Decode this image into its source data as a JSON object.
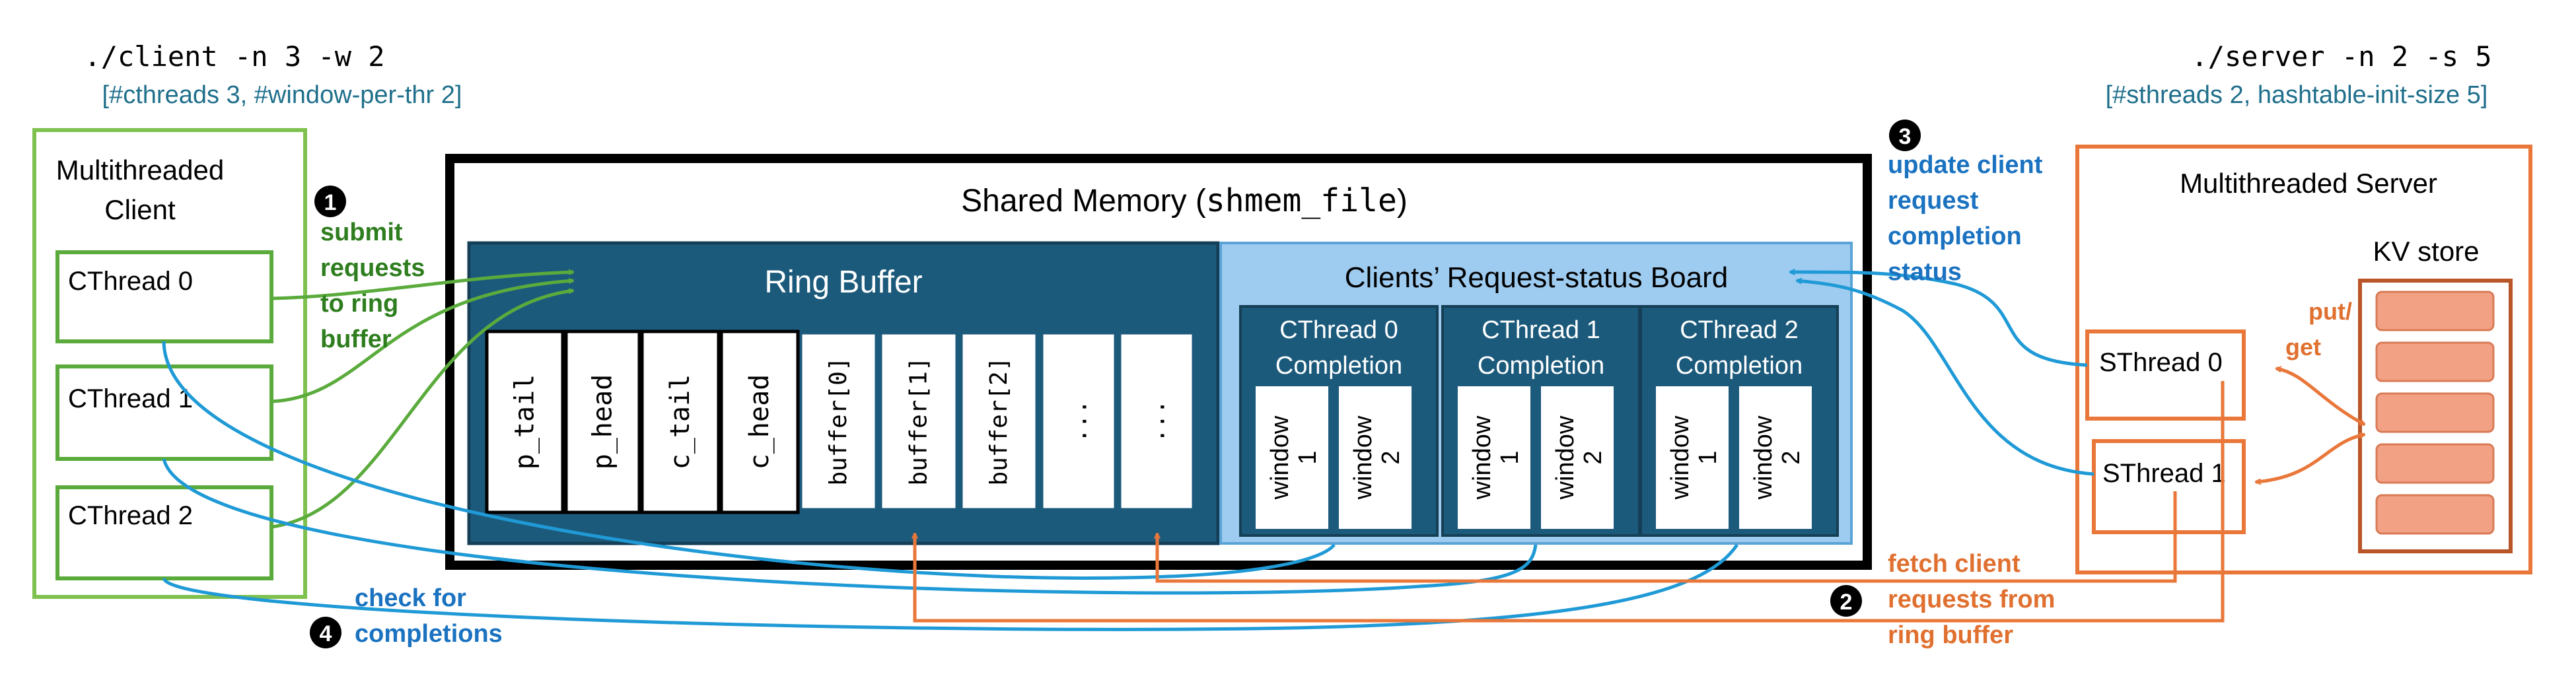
{
  "client": {
    "command": "./client -n 3 -w 2",
    "args": "[#cthreads 3, #window-per-thr 2]",
    "box_title_line1": "Multithreaded",
    "box_title_line2": "Client",
    "threads": [
      "CThread 0",
      "CThread 1",
      "CThread 2"
    ]
  },
  "server": {
    "command": "./server -n 2 -s 5",
    "args": "[#sthreads 2, hashtable-init-size 5]",
    "box_title": "Multithreaded Server",
    "kv_store_label": "KV store",
    "kv_slot_count": 5,
    "threads": [
      "SThread 0",
      "SThread 1"
    ],
    "put_get_line1": "put/",
    "put_get_line2": "get"
  },
  "shared_memory": {
    "title_prefix": "Shared Memory (",
    "title_code": "shmem_file",
    "title_suffix": ")",
    "ring_buffer": {
      "title": "Ring Buffer",
      "cells": [
        "p_tail",
        "p_head",
        "c_tail",
        "c_head",
        "buffer[0]",
        "buffer[1]",
        "buffer[2]",
        "...",
        "..."
      ]
    },
    "status_board": {
      "title": "Clients’ Request-status Board",
      "groups": [
        {
          "line1": "CThread 0",
          "line2": "Completion",
          "windows": [
            "window 1",
            "window 2"
          ]
        },
        {
          "line1": "CThread 1",
          "line2": "Completion",
          "windows": [
            "window 1",
            "window 2"
          ]
        },
        {
          "line1": "CThread 2",
          "line2": "Completion",
          "windows": [
            "window 1",
            "window 2"
          ]
        }
      ]
    }
  },
  "steps": {
    "step1": {
      "number": "1",
      "lines": [
        "submit",
        "requests",
        "to ring",
        "buffer"
      ]
    },
    "step2": {
      "number": "2",
      "lines": [
        "fetch client",
        "requests from",
        "ring buffer"
      ]
    },
    "step3": {
      "number": "3",
      "lines": [
        "update client",
        "request",
        "completion",
        "status"
      ]
    },
    "step4": {
      "number": "4",
      "lines": [
        "check for",
        "completions"
      ]
    }
  },
  "colors": {
    "green": "#5aab3c",
    "green_text": "#2e7d1e",
    "orange": "#e9773a",
    "orange_text": "#e07030",
    "blue_arrow": "#1f9ad6",
    "blue_text": "#1a72c0",
    "navy": "#1c5a7c",
    "light_blue": "#9ecbf0",
    "kv_slot": "#f2a184",
    "kv_border": "#b8562a",
    "teal_text": "#1f6f8b"
  }
}
